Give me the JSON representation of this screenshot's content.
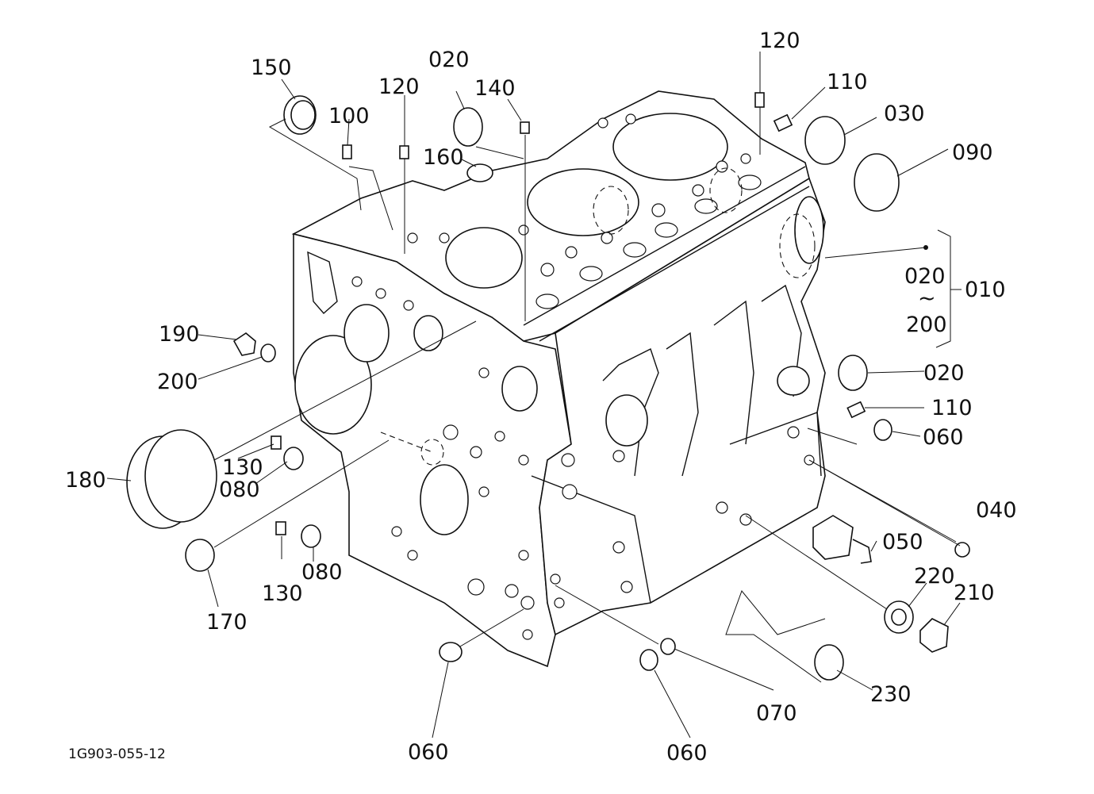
{
  "drawing_id": "1G903-055-12",
  "callouts": {
    "c150": "150",
    "c020_top": "020",
    "c120_left": "120",
    "c140": "140",
    "c100": "100",
    "c160": "160",
    "c120_right": "120",
    "c110_top": "110",
    "c030": "030",
    "c090": "090",
    "c020_range_start": "020",
    "c_tilde": "~",
    "c200_range_end": "200",
    "c010": "010",
    "c190": "190",
    "c200": "200",
    "c020_right": "020",
    "c110_right": "110",
    "c060_right": "060",
    "c180": "180",
    "c130_upper": "130",
    "c080_upper": "080",
    "c040": "040",
    "c050": "050",
    "c220": "220",
    "c210": "210",
    "c080_lower": "080",
    "c130_lower": "130",
    "c170": "170",
    "c230": "230",
    "c070": "070",
    "c060_bottom_left": "060",
    "c060_bottom_mid": "060"
  }
}
